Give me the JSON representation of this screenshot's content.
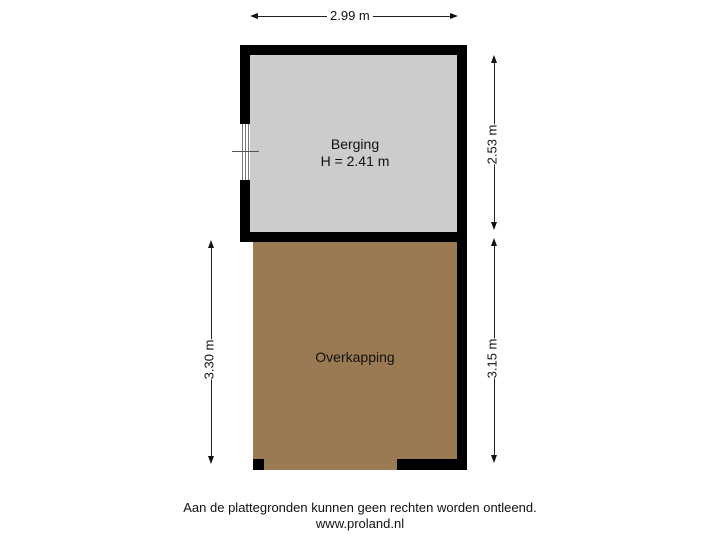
{
  "floorplan": {
    "rooms": [
      {
        "name": "Berging",
        "height_label": "H = 2.41 m",
        "fill": "#cccccc"
      },
      {
        "name": "Overkapping",
        "fill": "#9a7a52"
      }
    ],
    "dimensions": {
      "top_width": "2.99 m",
      "right_upper": "2.53 m",
      "right_lower": "3.15 m",
      "left_lower": "3.30 m"
    },
    "wall_color": "#000000"
  },
  "footer": {
    "disclaimer": "Aan de plattegronden kunnen geen rechten worden ontleend.",
    "website": "www.proland.nl"
  }
}
